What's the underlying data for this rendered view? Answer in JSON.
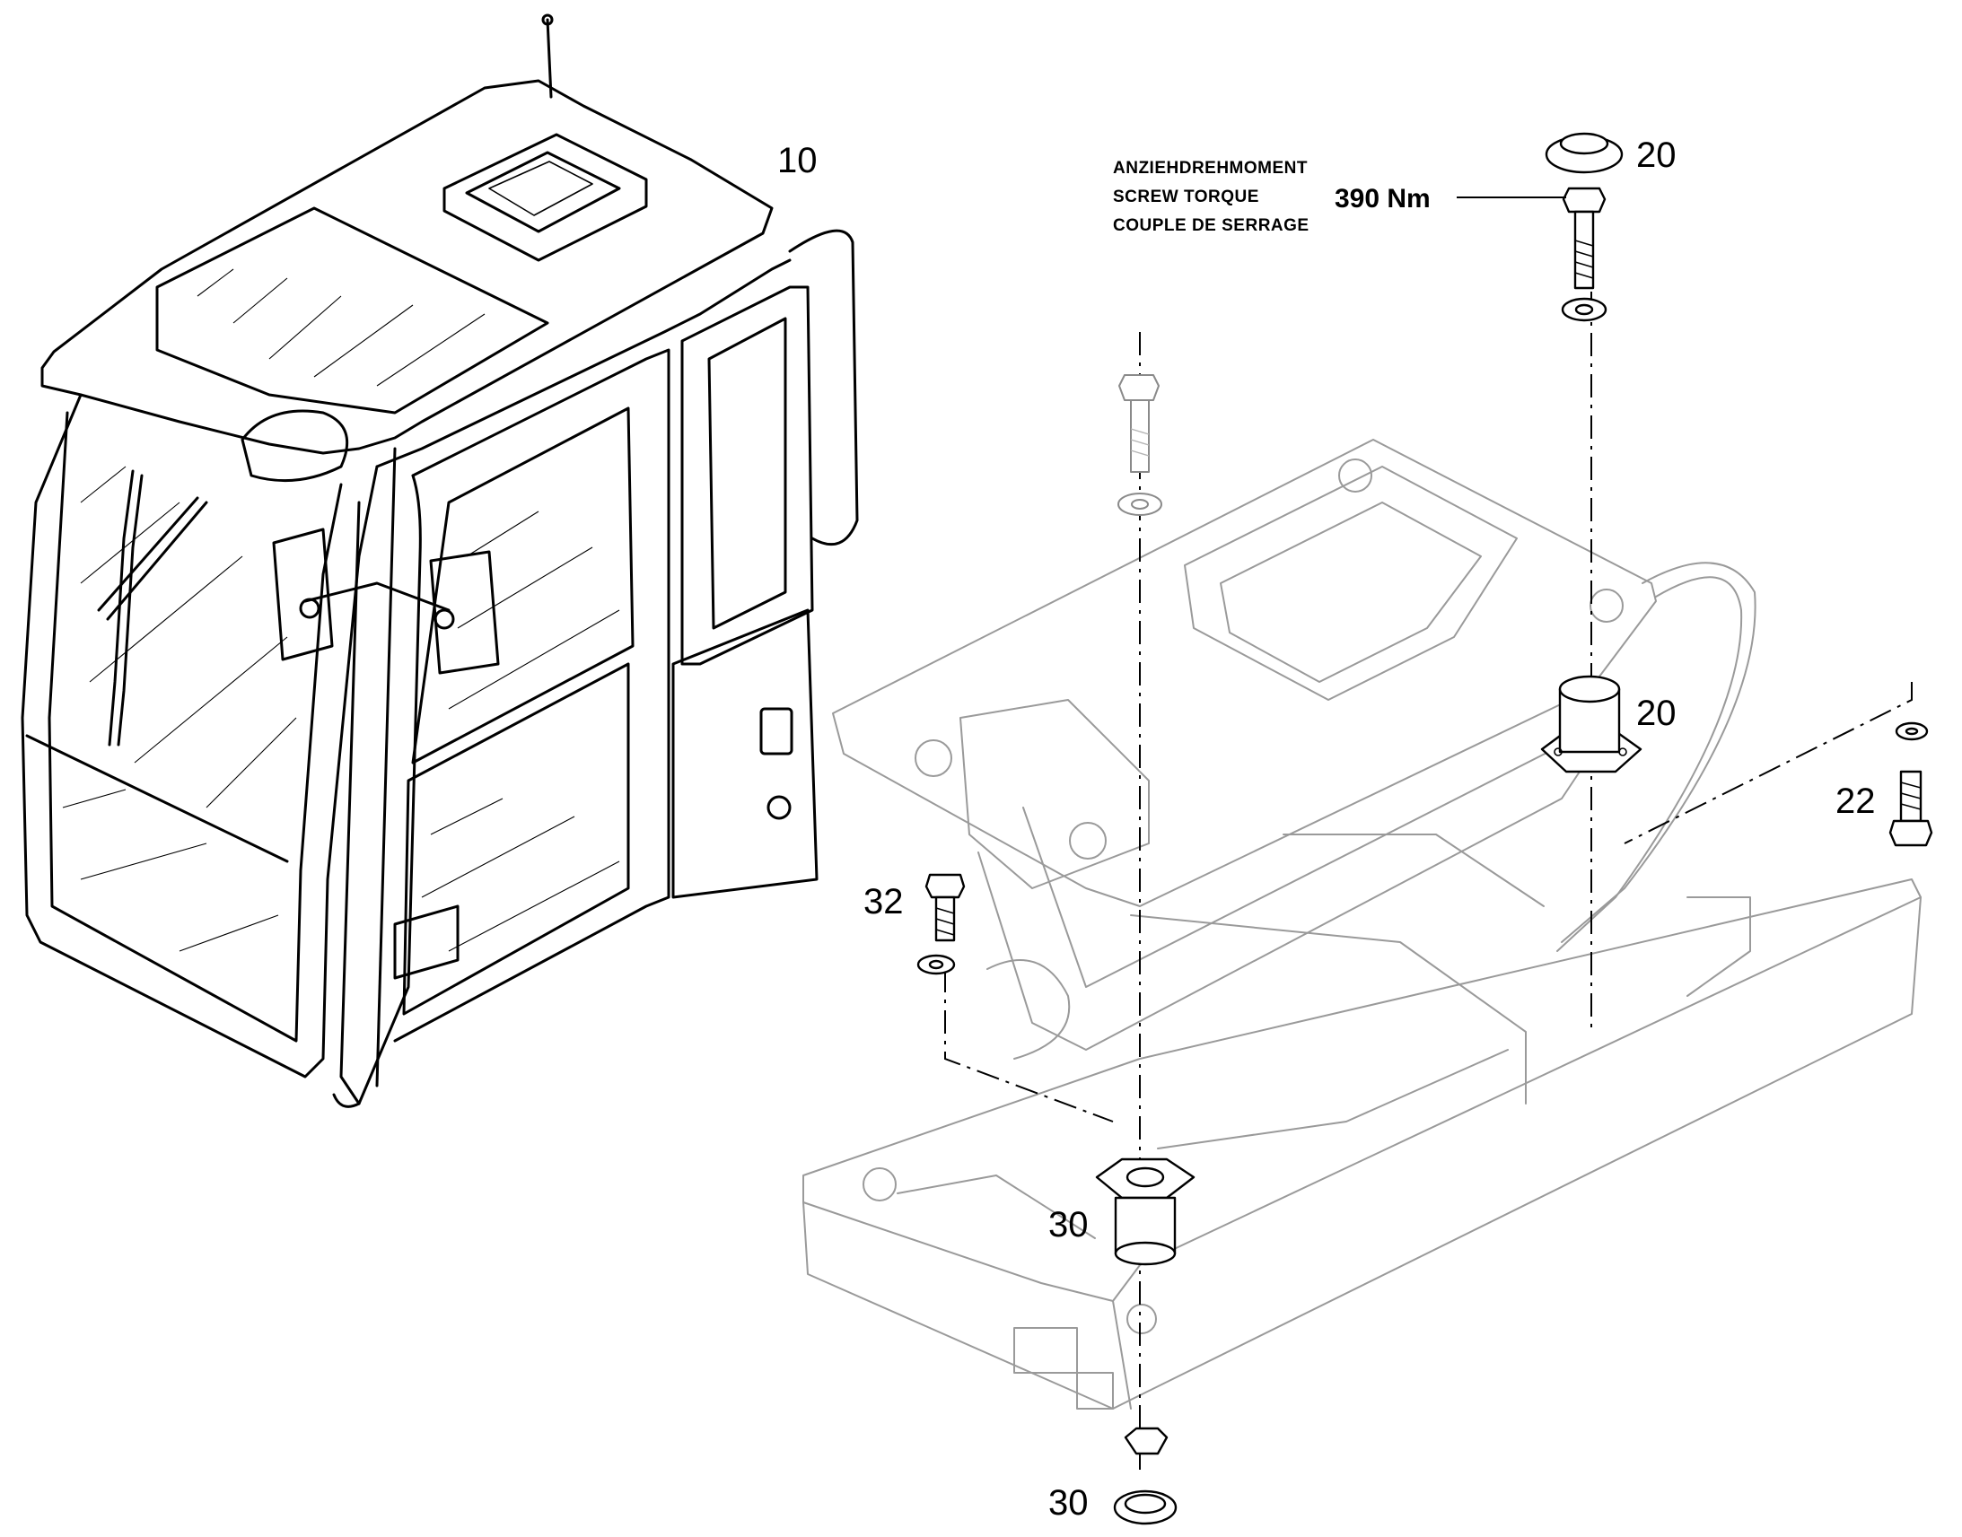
{
  "callouts": {
    "cab": "10",
    "top_cap": "20",
    "upper_mount": "20",
    "washer_bolt_right": "22",
    "washer_bolt_left": "32",
    "lower_mount": "30",
    "bottom_cap": "30"
  },
  "torque": {
    "line_de": "ANZIEHDREHMOMENT",
    "line_en": "SCREW TORQUE",
    "line_fr": "COUPLE DE SERRAGE",
    "value": "390 Nm"
  }
}
